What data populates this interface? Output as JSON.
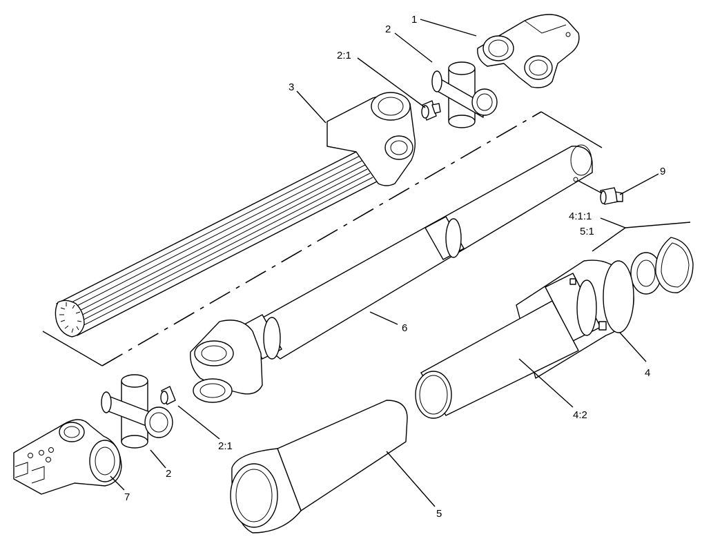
{
  "callouts": {
    "c1": "1",
    "c2_top": "2",
    "c21_top": "2:1",
    "c3": "3",
    "c9": "9",
    "c411": "4:1:1",
    "c51": "5:1",
    "c6": "6",
    "c4": "4",
    "c42": "4:2",
    "c21_bot": "2:1",
    "c2_bot": "2",
    "c7": "7",
    "c5": "5"
  },
  "colors": {
    "ink": "#000000",
    "paper": "#ffffff"
  }
}
